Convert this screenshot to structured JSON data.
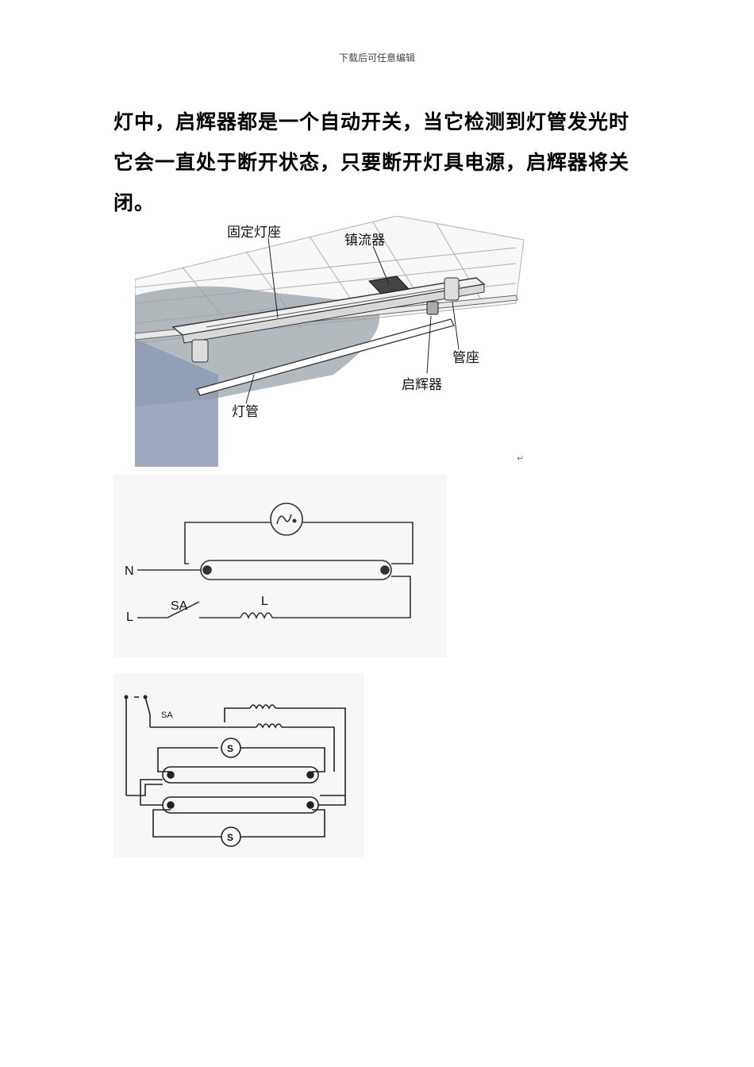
{
  "header": {
    "text": "下载后可任意编辑"
  },
  "paragraph": {
    "lines": [
      "灯中，启辉器都是一个自动开关，当它检测到灯管发光时",
      "它会一直处于断开状态，只要断开灯具电源，启辉器将关",
      "闭。"
    ]
  },
  "fixture_figure": {
    "labels": {
      "holder": "固定灯座",
      "ballast": "镇流器",
      "socket": "管座",
      "starter": "启辉器",
      "tube": "灯管"
    },
    "paragraph_mark": "↵"
  },
  "circuit1": {
    "labels": {
      "n": "N",
      "l": "L",
      "switch": "SA",
      "inductor": "L"
    }
  },
  "circuit2": {
    "labels": {
      "switch": "SA",
      "starter_top": "S",
      "starter_bottom": "S"
    }
  }
}
